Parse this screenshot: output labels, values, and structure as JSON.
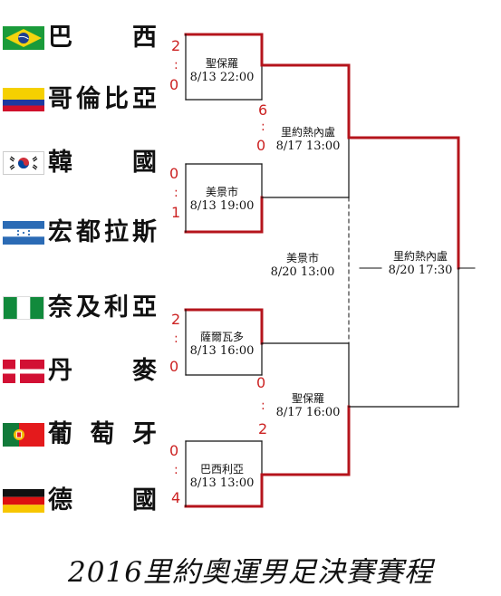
{
  "title": "2016里約奧運男足決賽賽程",
  "teams": [
    {
      "name": "巴西",
      "flag": "brazil-flag"
    },
    {
      "name": "哥倫比亞",
      "flag": "colombia-flag"
    },
    {
      "name": "韓國",
      "flag": "south-korea-flag"
    },
    {
      "name": "宏都拉斯",
      "flag": "honduras-flag"
    },
    {
      "name": "奈及利亞",
      "flag": "nigeria-flag"
    },
    {
      "name": "丹麥",
      "flag": "denmark-flag"
    },
    {
      "name": "葡萄牙",
      "flag": "portugal-flag"
    },
    {
      "name": "德國",
      "flag": "germany-flag"
    }
  ],
  "quarterfinals": [
    {
      "venue": "聖保羅",
      "time": "8/13 22:00",
      "score_top": "2",
      "score_bottom": "0"
    },
    {
      "venue": "美景市",
      "time": "8/13 19:00",
      "score_top": "0",
      "score_bottom": "1"
    },
    {
      "venue": "薩爾瓦多",
      "time": "8/13 16:00",
      "score_top": "2",
      "score_bottom": "0"
    },
    {
      "venue": "巴西利亞",
      "time": "8/13 13:00",
      "score_top": "0",
      "score_bottom": "4"
    }
  ],
  "semifinals": [
    {
      "venue": "里約熱內盧",
      "time": "8/17 13:00",
      "score_top": "6",
      "score_bottom": "0"
    },
    {
      "venue": "聖保羅",
      "time": "8/17 16:00",
      "score_top": "0",
      "score_bottom": "2"
    }
  ],
  "bronze_match": {
    "venue": "美景市",
    "time": "8/20 13:00"
  },
  "final": {
    "venue": "里約熱內盧",
    "time": "8/20 17:30"
  },
  "colors": {
    "winner_line": "#b5141c",
    "loser_line": "#111111",
    "score": "#cc2222"
  }
}
